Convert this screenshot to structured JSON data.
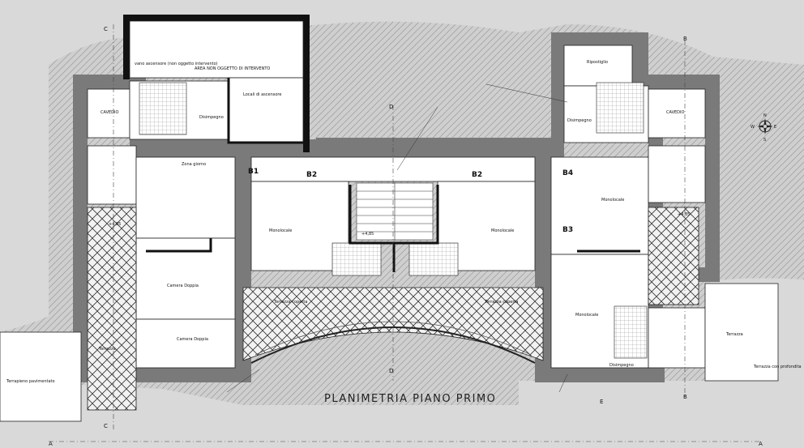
{
  "title": "PLANIMETRIA PIANO PRIMO",
  "section_marks": {
    "a": "A",
    "b": "B",
    "c": "C",
    "d": "D",
    "e": "E"
  },
  "room_labels": {
    "area_non_oggetto": "AREA NON OGGETTO DI INTERVENTO",
    "locali_ascensore": "Locali di ascensore",
    "vano_ascensore": "vano ascensore (non oggetto intervento)",
    "disimpegno": "Disimpegno",
    "ripostiglio": "Ripostiglio",
    "cavedio": "CAVEDIO",
    "zona_giorno": "Zona giorno",
    "monolocale": "Monolocale",
    "camera_doppia": "Camera Doppia",
    "terrazza": "Terrazza",
    "terrazza_coperta": "Terrazza coperta",
    "terrazza_profonda": "Terrazza con profondita",
    "terrapieno": "Terrapieno pavimentato"
  },
  "unit_tags": {
    "b1": "B1",
    "b2": "B2",
    "b3": "B3",
    "b4": "B4"
  },
  "level_mark": "+4,85",
  "compass": {
    "n": "N",
    "s": "S",
    "e": "E",
    "w": "W"
  },
  "colors": {
    "background": "#d9d9d9",
    "hatch": "#bfbfbf",
    "wall": "#7a7a7a",
    "floor": "#ffffff",
    "ink": "#111111"
  }
}
